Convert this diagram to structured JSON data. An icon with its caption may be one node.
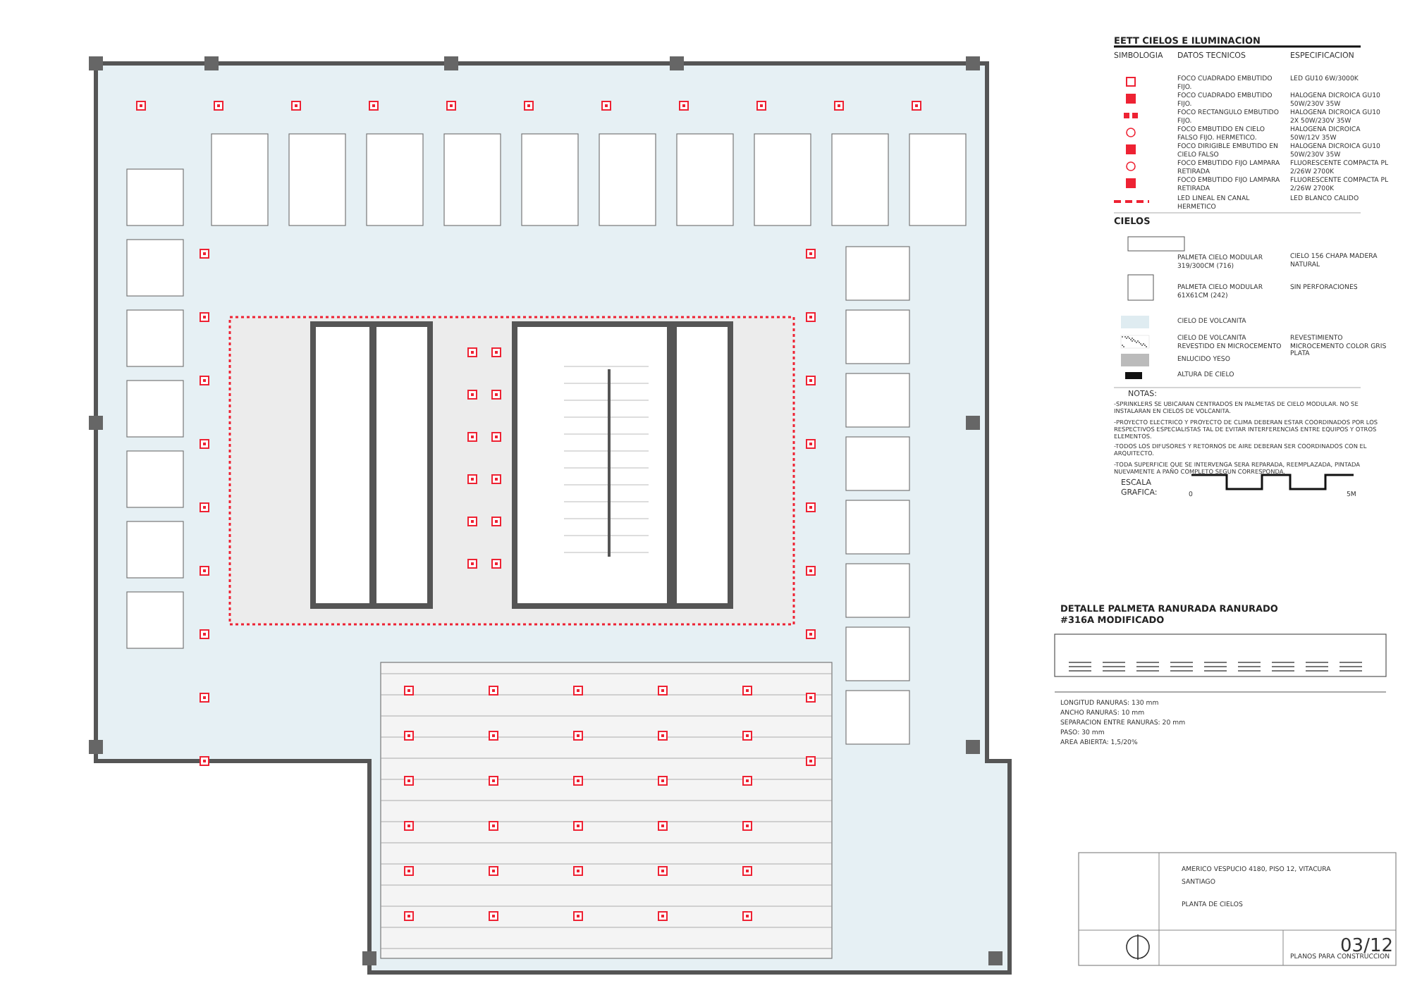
{
  "diagram": {
    "labels": [
      "EETT CIELOS E ILUMINACION",
      "SIMBOLOGIA",
      "DATOS TECNICOS",
      "ESPECIFICACION",
      "FOCO CUADRADO EMBUTIDO FIJO.",
      "LED GU10 6W/3000K",
      "FOCO CUADRADO EMBUTIDO FIJO.",
      "HALOGENA DICROICA GU10 50W/230V 35W",
      "FOCO RECTANGULO EMBUTIDO FIJO.",
      "HALOGENA DICROICA GU10 2X 50W/230V 35W",
      "FOCO EMBUTIDO EN CIELO FALSO FIJO. HERMETICO.",
      "HALOGENA DICROICA 50W/12V 35W",
      "FOCO DIRIGIBLE EMBUTIDO EN CIELO FALSO",
      "HALOGENA DICROICA GU10 50W/230V 35W",
      "FOCO EMBUTIDO FIJO LAMPARA RETIRADA",
      "FLUORESCENTE COMPACTA PL 2/26W 2700K",
      "FOCO EMBUTIDO FIJO LAMPARA RETIRADA",
      "FLUORESCENTE COMPACTA PL 2/26W 2700K",
      "LED LINEAL EN CANAL HERMETICO",
      "LED BLANCO CALIDO",
      "CIELOS",
      "PALMETA CIELO MODULAR 319/300CM (716)",
      "CIELO 156 CHAPA MADERA NATURAL",
      "PALMETA CIELO MODULAR 61X61CM (242)",
      "SIN PERFORACIONES",
      "CIELO DE VOLCANITA",
      "CIELO DE VOLCANITA REVESTIDO EN MICROCEMENTO",
      "REVESTIMIENTO MICROCEMENTO COLOR GRIS PLATA",
      "ENLUCIDO YESO",
      "ALTURA DE CIELO",
      "NOTAS:",
      "-SPRINKLERS SE UBICARAN CENTRADOS EN PALMETAS DE CIELO MODULAR. NO SE INSTALARAN EN CIELOS DE VOLCANITA.",
      "-PROYECTO ELECTRICO Y PROYECTO DE CLIMA DEBERAN ESTAR COORDINADOS POR LOS RESPECTIVOS ESPECIALISTAS TAL DE EVITAR INTERFERENCIAS ENTRE EQUIPOS Y OTROS ELEMENTOS.",
      "-TODOS LOS DIFUSORES Y RETORNOS DE AIRE DEBERAN SER COORDINADOS CON EL ARQUITECTO.",
      "-TODA SUPERFICIE QUE SE INTERVENGA SERA REPARADA, REEMPLAZADA, PINTADA NUEVAMENTE A PAÑO COMPLETO SEGUN CORRESPONDA.",
      "ESCALA GRAFICA:",
      "0",
      "5M",
      "DETALLE PALMETA RANURADA RANURADO #316A MODIFICADO",
      "LONGITUD RANURAS: 130 mm",
      "ANCHO RANURAS: 10 mm",
      "SEPARACION ENTRE RANURAS: 20 mm",
      "PASO: 30 mm",
      "AREA ABIERTA: 1,5/20%",
      "AMERICO VESPUCIO 4180, PISO 12, VITACURA",
      "SANTIAGO",
      "PLANTA DE CIELOS",
      "03/12",
      "PLANOS PARA CONSTRUCCION"
    ]
  }
}
